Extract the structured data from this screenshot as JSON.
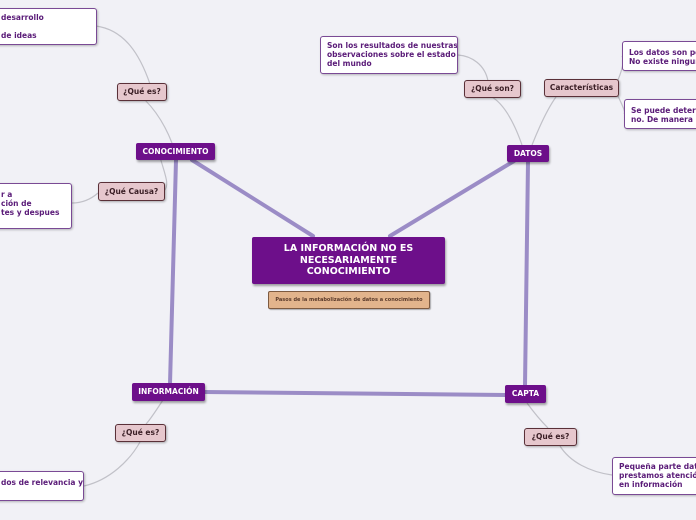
{
  "central": {
    "title": "LA INFORMACIÓN NO ES NECESARIAMENTE CONOCIMIENTO",
    "lines": [
      "LA INFORMACIÓN NO ES",
      "NECESARIAMENTE",
      "CONOCIMIENTO"
    ],
    "note": "Pasos de la metabolización de datos a conocimiento"
  },
  "topics": {
    "conocimiento": "CONOCIMIENTO",
    "datos": "DATOS",
    "informacion": "INFORMACIÓN",
    "capta": "CAPTA"
  },
  "questions": {
    "conocimiento_que_es": "¿Qué es?",
    "conocimiento_que_causa": "¿Qué Causa?",
    "datos_que_son": "¿Qué son?",
    "datos_caracteristicas": "Características",
    "informacion_que_es": "¿Qué es?",
    "capta_que_es": "¿Qué es?"
  },
  "leaves": {
    "conocimiento_def": [
      "desarrollo",
      "",
      "de ideas"
    ],
    "conocimiento_causa": [
      "r a",
      "ción de",
      "tes y despues"
    ],
    "datos_def": [
      "Son los resultados de nuestras",
      "observaciones sobre el estado",
      "del mundo"
    ],
    "datos_car_1": [
      "Los datos son pe",
      "No existe ningun"
    ],
    "datos_car_2": [
      "Se puede determ",
      "no. De manera lo"
    ],
    "informacion_def": [
      "dos de relevancia y"
    ],
    "capta_def": [
      "Pequeña parte dato",
      "prestamos atención",
      "en información"
    ]
  },
  "colors": {
    "background": "#f1f1f6",
    "main_purple": "#6d0f8a",
    "connector": "#9b8cc6",
    "question_fill": "#e6c7cd",
    "note_fill": "#e2b48c"
  }
}
